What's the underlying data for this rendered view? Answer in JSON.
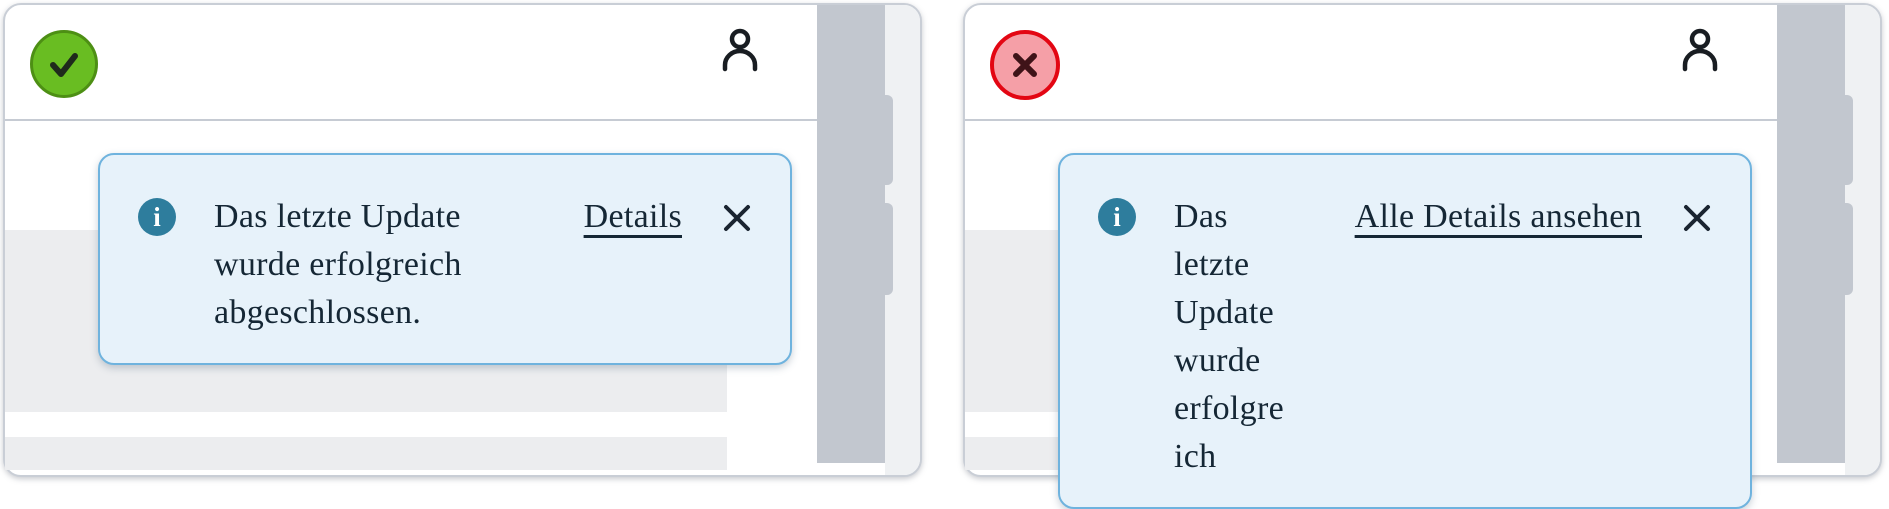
{
  "colors": {
    "success_fill": "#69bd22",
    "success_border": "#4d8f14",
    "error_fill": "#f59fa7",
    "error_border": "#e30613",
    "info_icon_blue": "#2e7d9d",
    "banner_background": "#e7f2fa",
    "banner_border": "#6fb3de",
    "text_navy": "#152735",
    "placeholder_gray": "#ecedef",
    "preview_gray": "#c2c7cf"
  },
  "examples": [
    {
      "name": "correct-example",
      "status": "success",
      "badge_icon": "check",
      "header": {
        "profile_icon": "person"
      },
      "banner": {
        "icon_glyph": "i",
        "icon_name": "info-icon",
        "message": "Das letzte Update wurde erfolgreich abgeschlossen.",
        "message_lines": [
          "Das letzte Update",
          "wurde erfolgreich",
          "abgeschlossen."
        ],
        "link_label": "Details",
        "close_icon": "close-x"
      }
    },
    {
      "name": "incorrect-example",
      "status": "error",
      "badge_icon": "cross",
      "header": {
        "profile_icon": "person"
      },
      "banner": {
        "icon_glyph": "i",
        "icon_name": "info-icon",
        "message_lines": [
          "Das",
          "letzte",
          "Update",
          "wurde",
          "erfolgre",
          "ich"
        ],
        "link_label": "Alle Details ansehen",
        "close_icon": "close-x"
      }
    }
  ]
}
